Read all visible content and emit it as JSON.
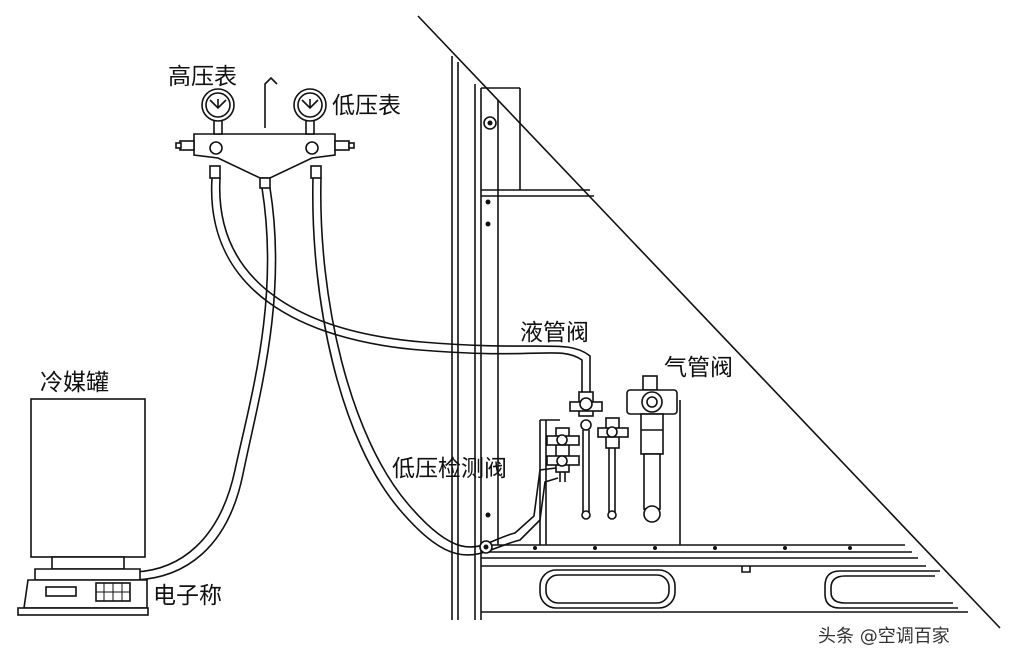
{
  "labels": {
    "high_gauge": "高压表",
    "low_gauge": "低压表",
    "liquid_valve": "液管阀",
    "gas_valve": "气管阀",
    "low_pressure_check_valve": "低压检测阀",
    "refrigerant_tank": "冷媒罐",
    "electronic_scale": "电子称"
  },
  "watermark": "头条 @空调百家",
  "colors": {
    "line": "#111111",
    "background": "#ffffff"
  }
}
